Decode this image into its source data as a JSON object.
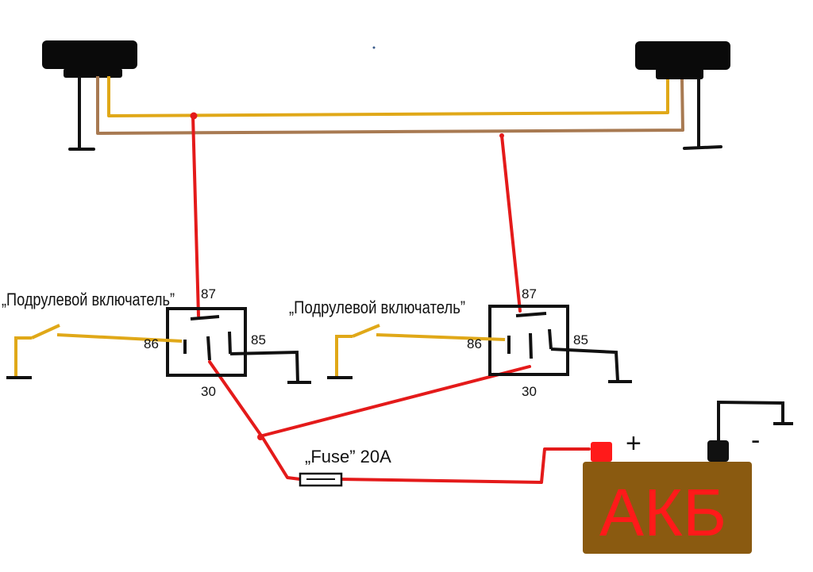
{
  "relays": [
    {
      "pin_87": "87",
      "pin_86": "86",
      "pin_85": "85",
      "pin_30": "30",
      "switch_label": "„Подрулевой включатель”"
    },
    {
      "pin_87": "87",
      "pin_86": "86",
      "pin_85": "85",
      "pin_30": "30",
      "switch_label": "„Подрулевой включатель”"
    }
  ],
  "fuse": {
    "label": "„Fuse” 20A"
  },
  "battery": {
    "label": "АКБ",
    "positive": "+",
    "negative": "-"
  },
  "colors": {
    "power_wire": "#e41a1a",
    "yellow_wire": "#e0a818",
    "brown_wire": "#a87a52",
    "ground_wire": "#111111",
    "battery_body": "#8a5a10",
    "battery_text": "#ff1a1a",
    "terminal_positive": "#ff1a1a",
    "terminal_negative": "#111111"
  },
  "icons": {
    "lamps": [
      "fog-lamp-icon",
      "fog-lamp-icon"
    ],
    "grounds": [
      "ground-symbol-icon"
    ],
    "switch": "switch-icon",
    "fuse": "fuse-icon",
    "battery": "battery-icon"
  }
}
